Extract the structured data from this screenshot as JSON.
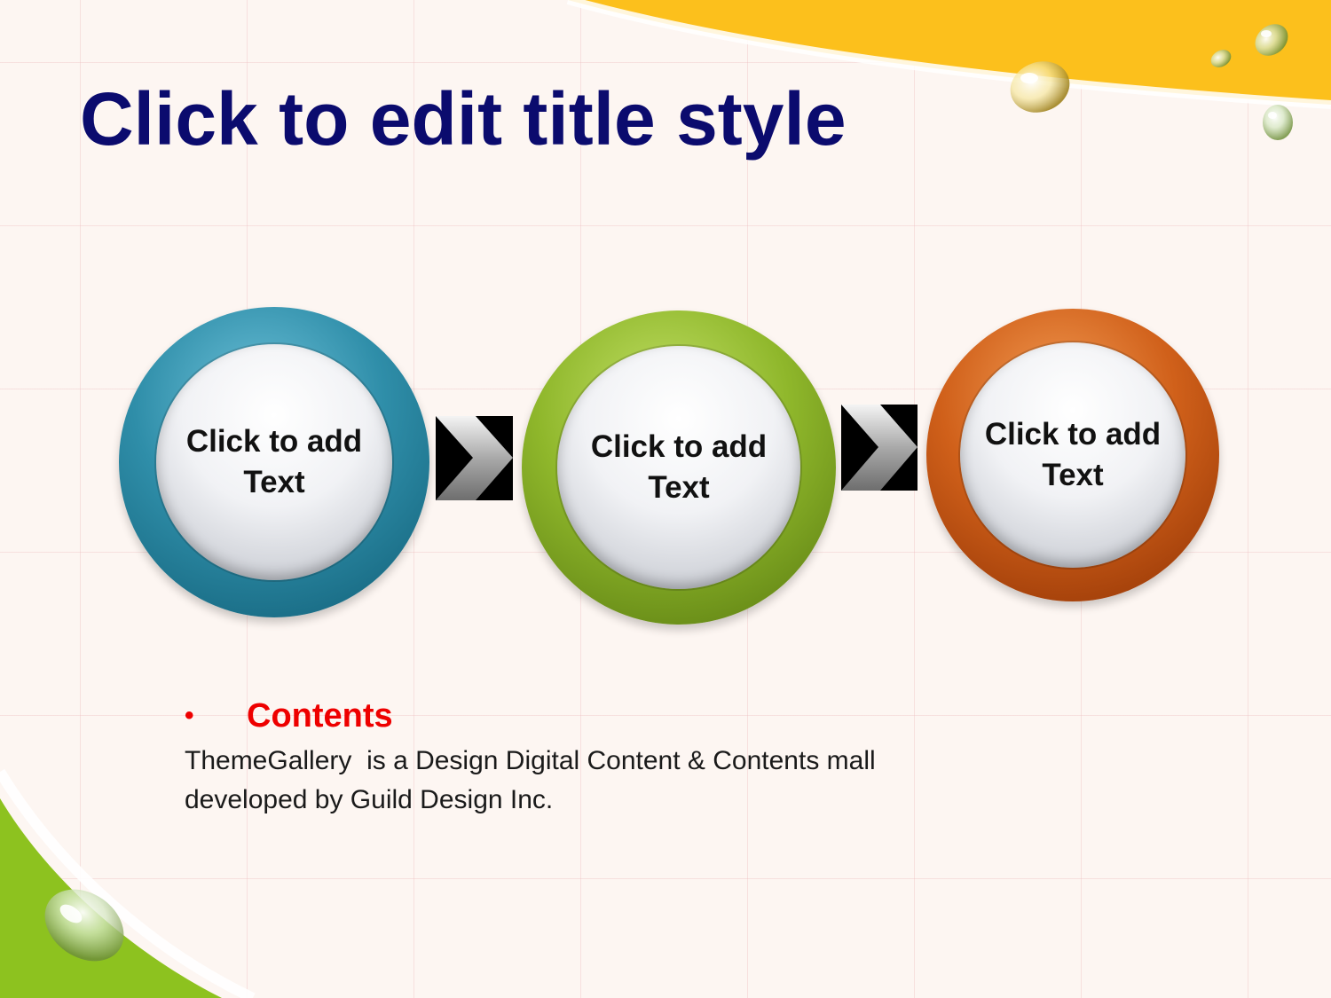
{
  "slide": {
    "title": "Click to edit title style",
    "steps": [
      {
        "label": "Click to add Text",
        "color": "#2f8ea9"
      },
      {
        "label": "Click to add Text",
        "color": "#8fb72b"
      },
      {
        "label": "Click to add Text",
        "color": "#d0601a"
      }
    ],
    "contents": {
      "bullet": "•",
      "heading": "Contents",
      "body": "ThemeGallery  is a Design Digital Content & Contents mall developed by Guild Design Inc."
    }
  },
  "colors": {
    "title": "#0b0b6e",
    "heading": "#ee0000",
    "accent_yellow": "#fcc01c",
    "accent_green": "#8dc21f"
  },
  "icons": [
    "chevron-right-icon",
    "water-drop-icon"
  ]
}
